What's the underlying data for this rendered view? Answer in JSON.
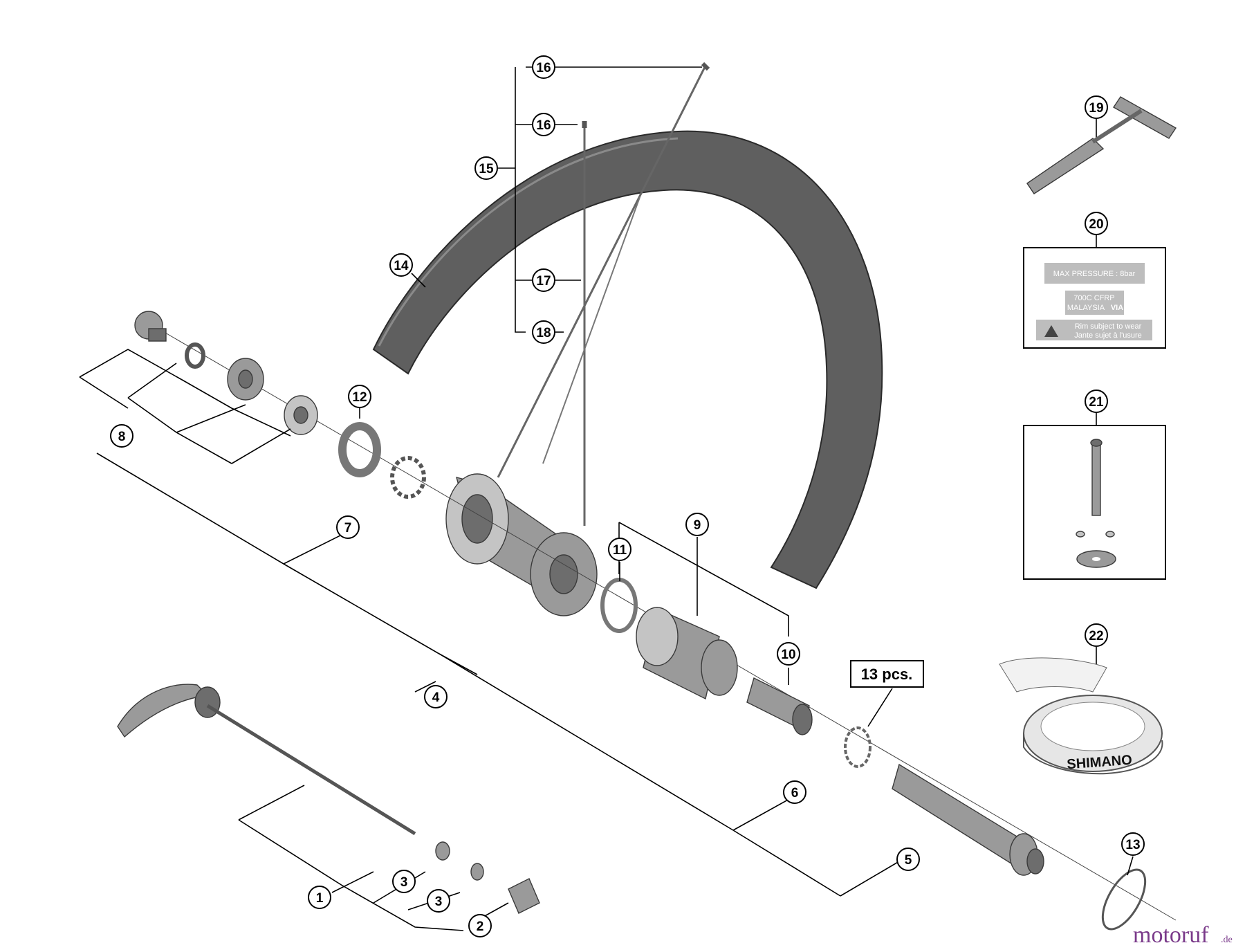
{
  "callouts": {
    "c1": "1",
    "c2": "2",
    "c3a": "3",
    "c3b": "3",
    "c4": "4",
    "c5": "5",
    "c6": "6",
    "c7": "7",
    "c8": "8",
    "c9": "9",
    "c10": "10",
    "c11": "11",
    "c12": "12",
    "c13": "13",
    "c14": "14",
    "c15": "15",
    "c16a": "16",
    "c16b": "16",
    "c17": "17",
    "c18": "18",
    "c19": "19",
    "c20": "20",
    "c21": "21",
    "c22": "22"
  },
  "bearing_note": "13 pcs.",
  "rim_label": {
    "pressure": "MAX  PRESSURE : 8bar",
    "spec_line1": "700C  CFRP",
    "spec_line2": "MALAYSIA",
    "spec_brand": "VIA",
    "warning_en": "Rim subject to wear",
    "warning_fr": "Jante sujet à l'usure"
  },
  "tape_brand": "SHIMANO",
  "watermark": {
    "name": "motoruf",
    "tld": ".de"
  },
  "colors": {
    "line": "#000000",
    "metal": "#9a9a9a",
    "rim": "#5f5f5f",
    "watermark": "#7a3a8a"
  }
}
